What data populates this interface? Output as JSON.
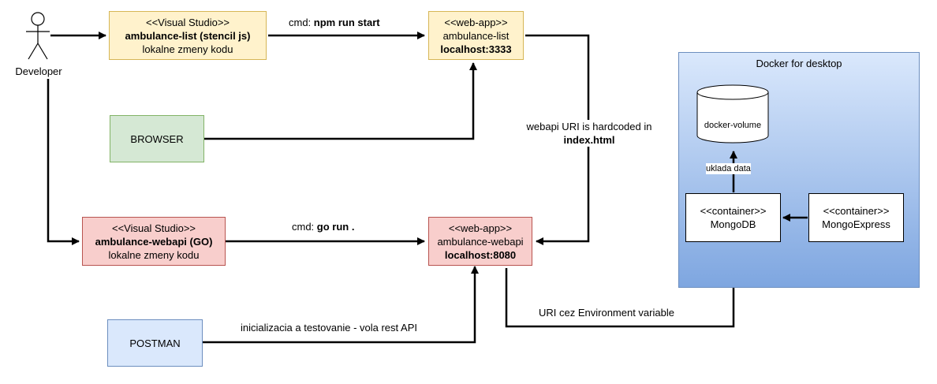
{
  "actor": {
    "label": "Developer"
  },
  "nodes": {
    "vs_list": {
      "stereotype": "<<Visual Studio>>",
      "name": "ambulance-list (stencil js)",
      "desc": "lokalne zmeny kodu"
    },
    "web_list": {
      "stereotype": "<<web-app>>",
      "name": "ambulance-list",
      "host": "localhost:3333"
    },
    "browser": {
      "label": "BROWSER"
    },
    "vs_webapi": {
      "stereotype": "<<Visual Studio>>",
      "name": "ambulance-webapi (GO)",
      "desc": "lokalne zmeny kodu"
    },
    "web_webapi": {
      "stereotype": "<<web-app>>",
      "name": "ambulance-webapi",
      "host": "localhost:8080"
    },
    "postman": {
      "label": "POSTMAN"
    },
    "docker": {
      "title": "Docker for desktop"
    },
    "volume": {
      "label": "docker-volume"
    },
    "mongodb": {
      "stereotype": "<<container>>",
      "name": "MongoDB"
    },
    "mongoexpress": {
      "stereotype": "<<container>>",
      "name": "MongoExpress"
    }
  },
  "edges": {
    "npm_prefix": "cmd: ",
    "npm_cmd": "npm run start",
    "go_prefix": "cmd: ",
    "go_cmd": "go run .",
    "hardcoded_line1": "webapi URI is hardcoded in",
    "hardcoded_line2": "index.html",
    "env_var": "URI cez Environment variable",
    "postman_label": "inicializacia a testovanie - vola rest API",
    "uklada": "uklada data"
  }
}
